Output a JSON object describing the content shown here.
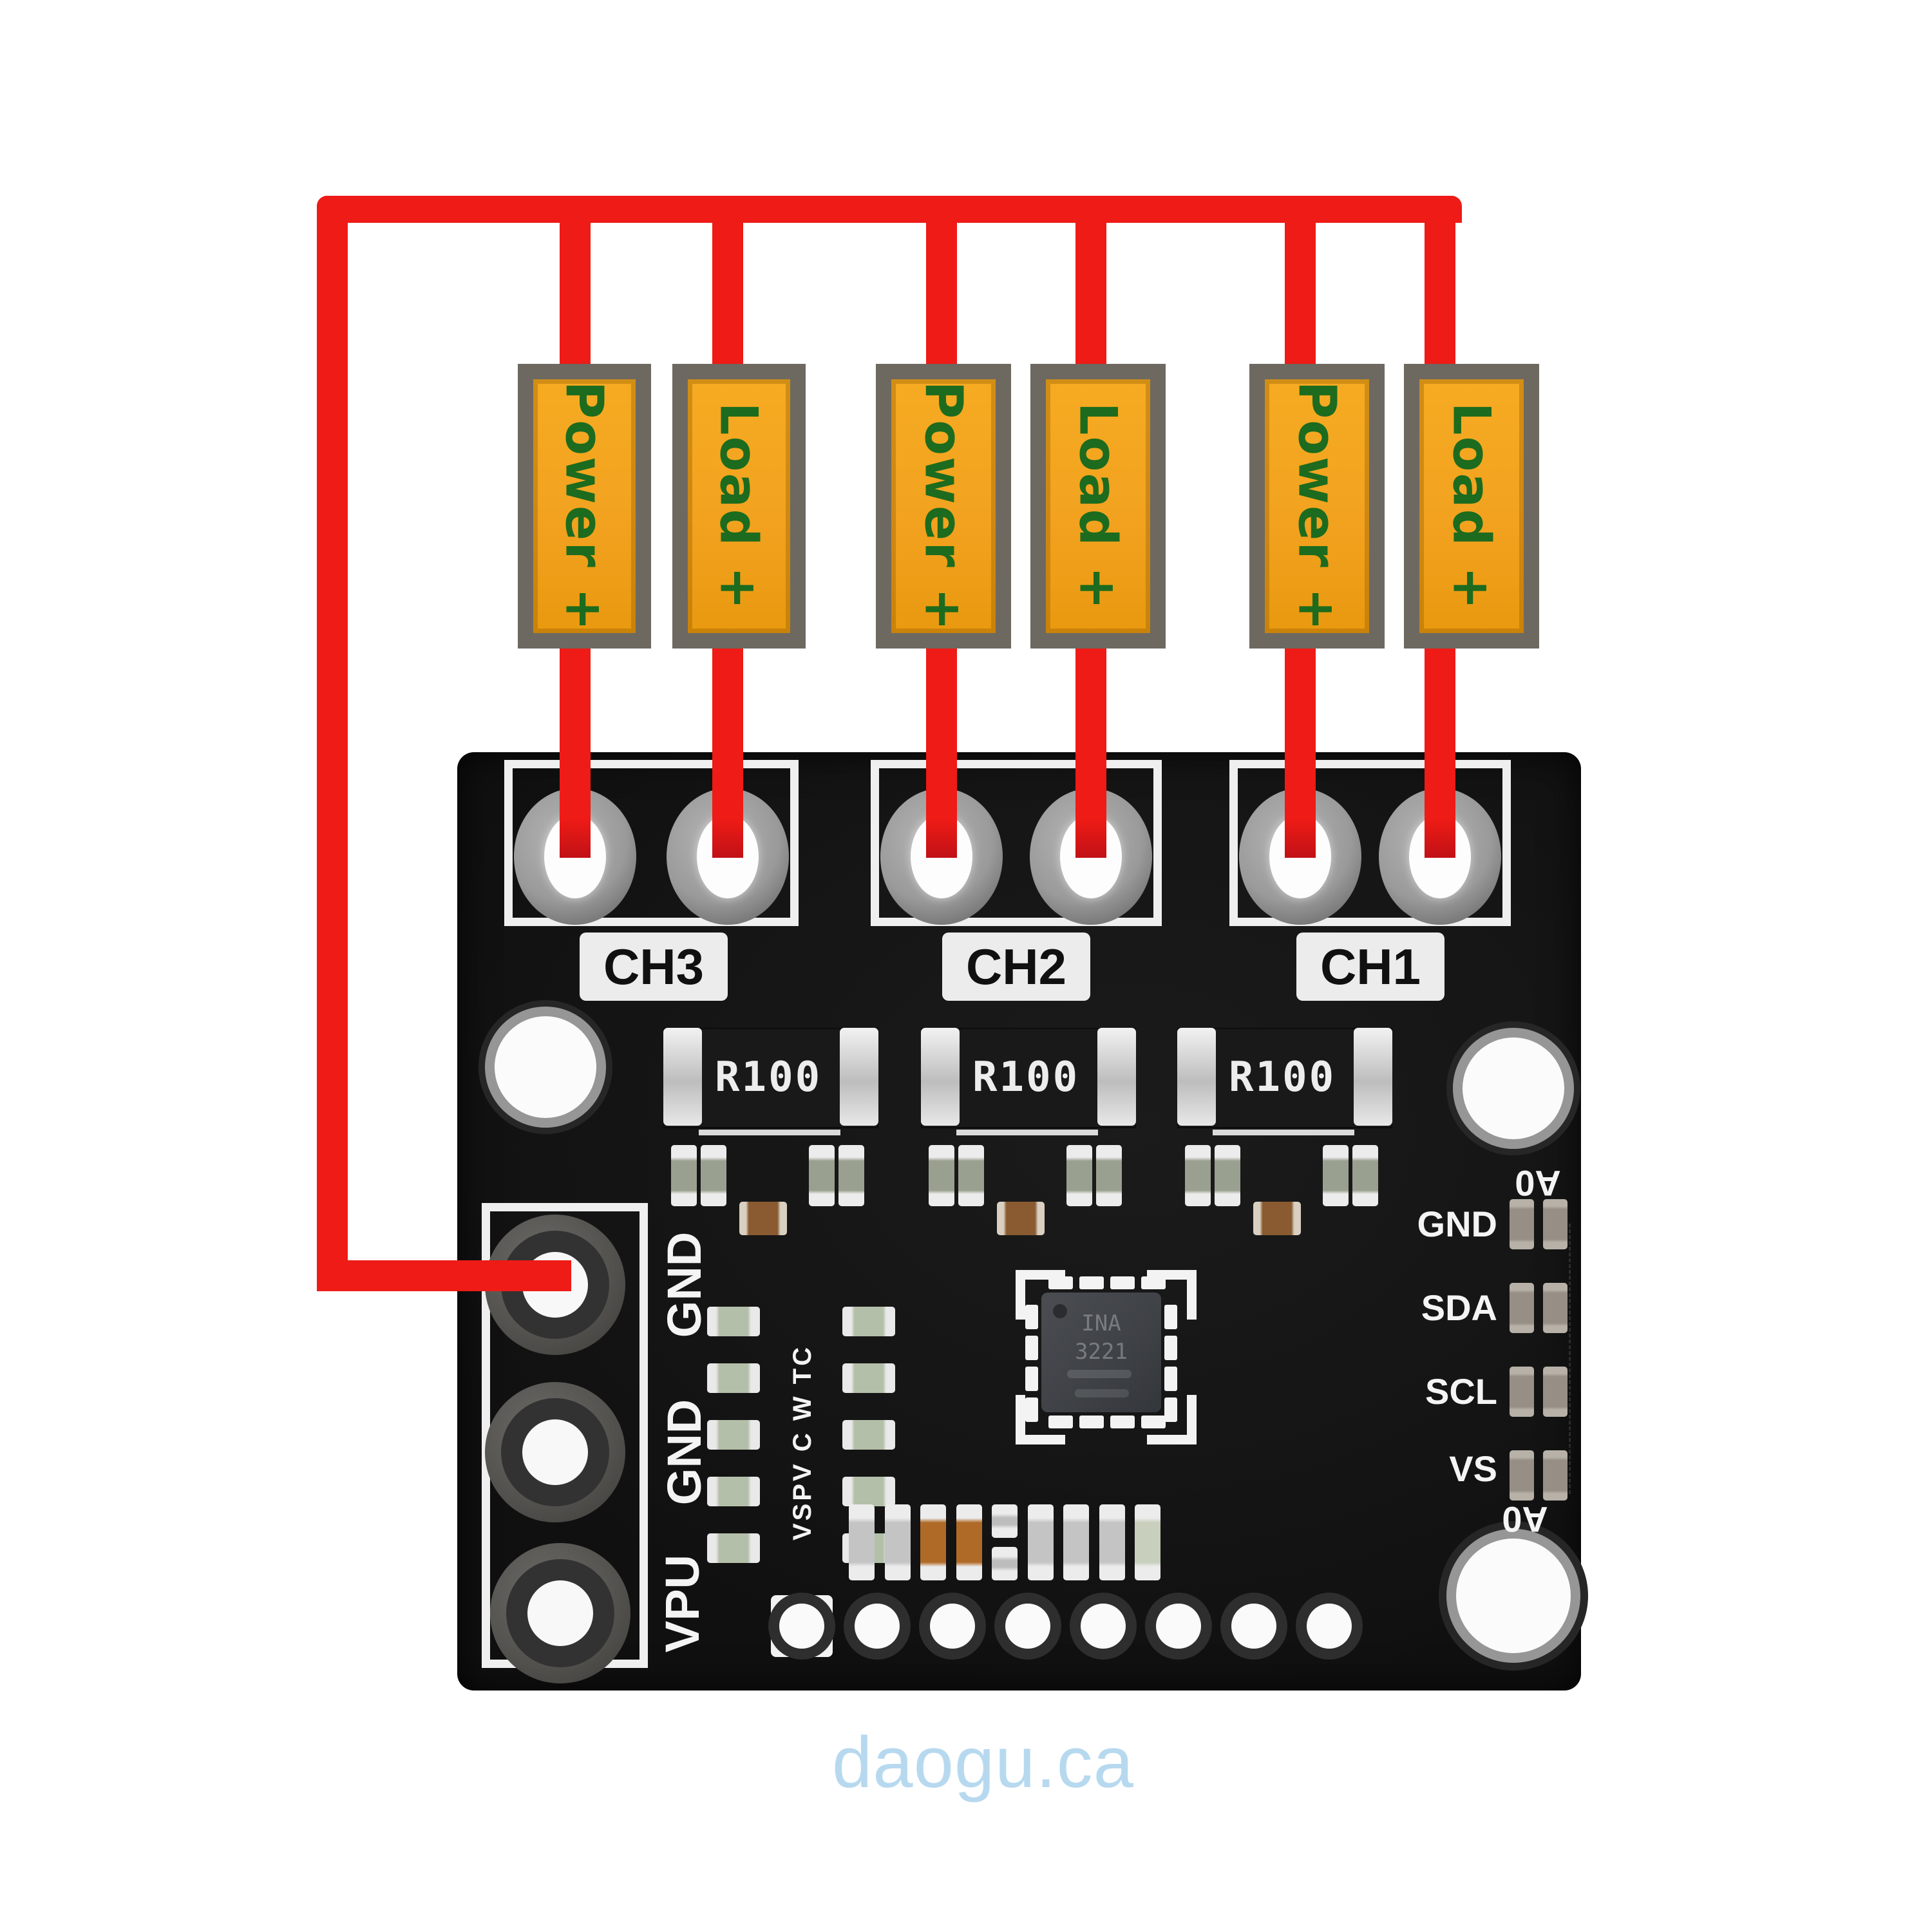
{
  "connectors": [
    {
      "label": "Power +"
    },
    {
      "label": "Load +"
    },
    {
      "label": "Power +"
    },
    {
      "label": "Load +"
    },
    {
      "label": "Power +"
    },
    {
      "label": "Load +"
    }
  ],
  "board": {
    "channels": [
      "CH3",
      "CH2",
      "CH1"
    ],
    "shunts": [
      "R100",
      "R100",
      "R100"
    ],
    "left_pins": [
      "GND",
      "GND",
      "VPU"
    ],
    "left_silkscreen": "VSPV C W TC",
    "right_pins": [
      "A0",
      "GND",
      "SDA",
      "SCL",
      "VS",
      "A0"
    ],
    "ic_marking": [
      "INA",
      "3221"
    ]
  },
  "watermark": {
    "text": "daogu.ca",
    "color": "#b7d9ef"
  },
  "colors": {
    "wire_red": "#ee1b16",
    "connector_orange": "#f2a21f",
    "connector_frame_gray": "#6d6961",
    "label_green": "#1c6b1e",
    "board_black": "#151515",
    "silkscreen_white": "#efefef"
  }
}
